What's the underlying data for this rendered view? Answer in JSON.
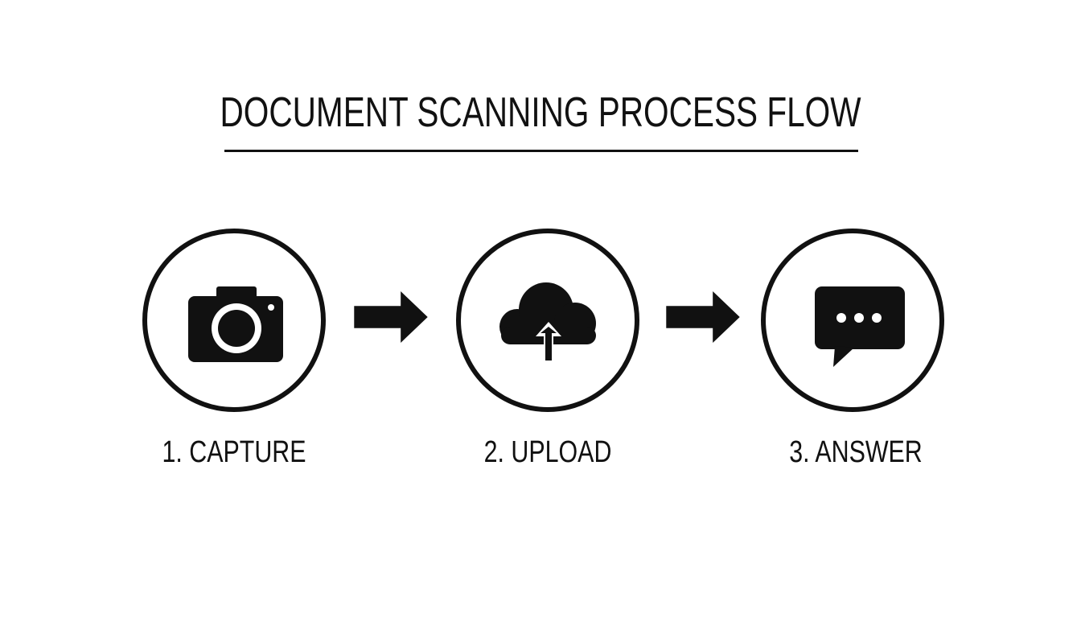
{
  "title": "DOCUMENT SCANNING PROCESS FLOW",
  "steps": [
    {
      "label": "1. CAPTURE",
      "icon": "camera-icon"
    },
    {
      "label": "2. UPLOAD",
      "icon": "cloud-upload-icon"
    },
    {
      "label": "3. ANSWER",
      "icon": "chat-bubble-icon"
    }
  ],
  "connectors": [
    "right-arrow-icon",
    "right-arrow-icon"
  ],
  "colors": {
    "ink": "#111111",
    "background": "#ffffff"
  }
}
